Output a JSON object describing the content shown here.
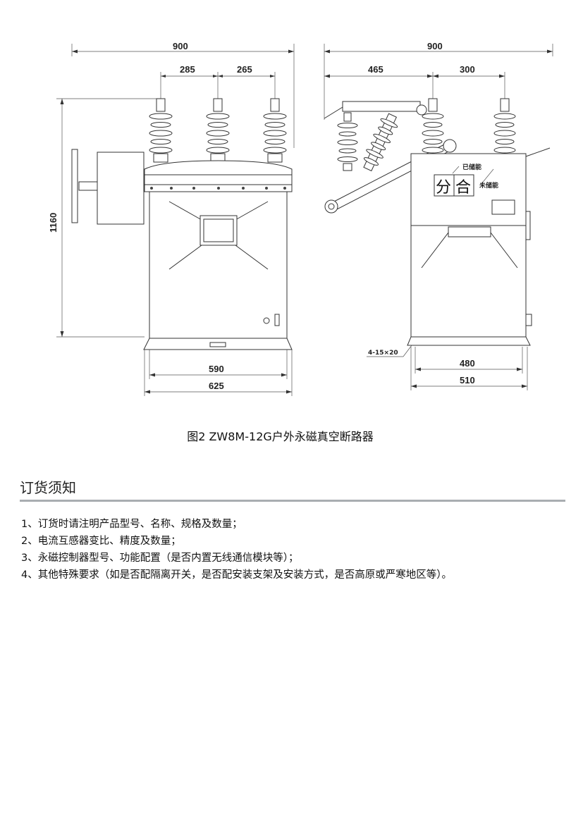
{
  "drawing": {
    "front": {
      "dim_top": "900",
      "dim_left_pitch": "285",
      "dim_right_pitch": "265",
      "dim_height": "1160",
      "dim_base_inner": "590",
      "dim_base_outer": "625"
    },
    "side": {
      "dim_top": "900",
      "dim_arm": "465",
      "dim_pitch": "300",
      "dim_base_inner": "480",
      "dim_base_outer": "510",
      "hole_note": "4-15×20",
      "label_charged": "已储能",
      "label_uncharged": "未储能",
      "sign_open": "分",
      "sign_close": "合"
    }
  },
  "caption": "图2 ZW8M-12G户外永磁真空断路器",
  "section_title": "订货须知",
  "notes": [
    "1、订货时请注明产品型号、名称、规格及数量；",
    "2、电流互感器变比、精度及数量；",
    "3、永磁控制器型号、功能配置（是否内置无线通信模块等）；",
    "4、其他特殊要求（如是否配隔离开关，是否配安装支架及安装方式，是否高原或严寒地区等）。"
  ]
}
